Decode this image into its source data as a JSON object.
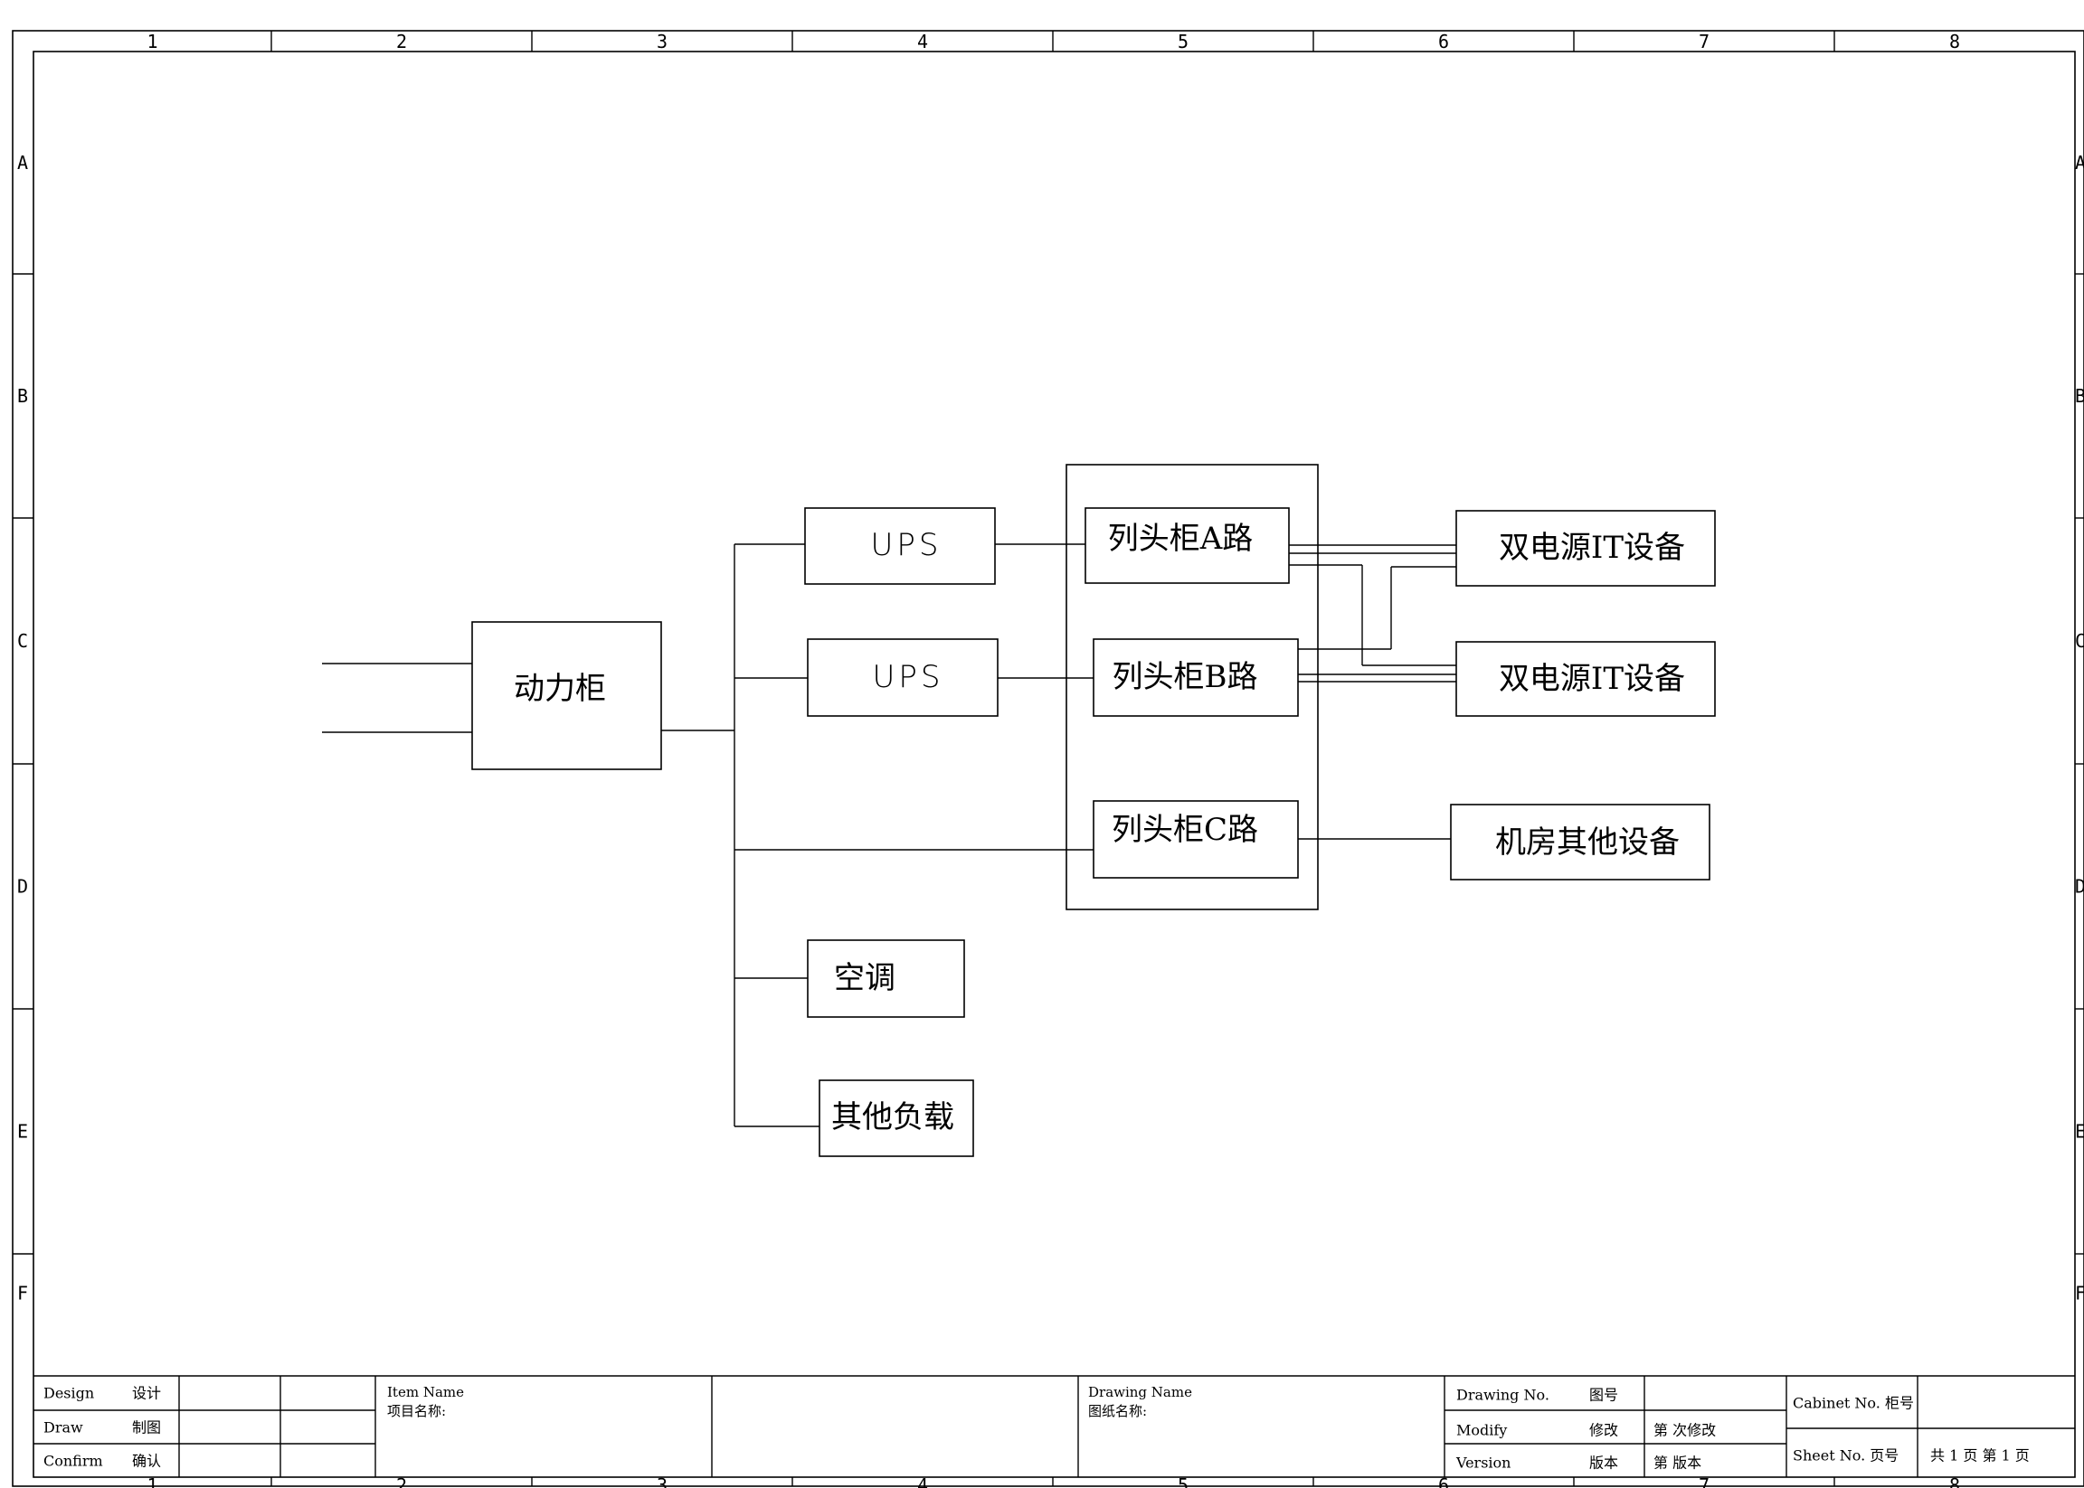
{
  "grid": {
    "columns": [
      "1",
      "2",
      "3",
      "4",
      "5",
      "6",
      "7",
      "8"
    ],
    "rows": [
      "A",
      "B",
      "C",
      "D",
      "E",
      "F"
    ]
  },
  "blocks": {
    "power_cabinet": "动力柜",
    "ups_1": "UPS",
    "ups_2": "UPS",
    "column_a": "列头柜A路",
    "column_b": "列头柜B路",
    "column_c": "列头柜C路",
    "dual_it_1": "双电源IT设备",
    "dual_it_2": "双电源IT设备",
    "room_other": "机房其他设备",
    "aircon": "空调",
    "other_load": "其他负载"
  },
  "title_block": {
    "design_en": "Design",
    "design_cn": "设计",
    "draw_en": "Draw",
    "draw_cn": "制图",
    "confirm_en": "Confirm",
    "confirm_cn": "确认",
    "item_name_en": "Item Name",
    "item_name_cn": "项目名称:",
    "drawing_name_en": "Drawing Name",
    "drawing_name_cn": "图纸名称:",
    "drawing_no_en": "Drawing No.",
    "drawing_no_cn": "图号",
    "modify_en": "Modify",
    "modify_cn": "修改",
    "modify_count": "第   次修改",
    "version_en": "Version",
    "version_cn": "版本",
    "version_count": "第   版本",
    "cabinet_no": "Cabinet No. 柜号",
    "sheet_no": "Sheet No.  页号",
    "pages": "共 1 页 第 1 页"
  }
}
